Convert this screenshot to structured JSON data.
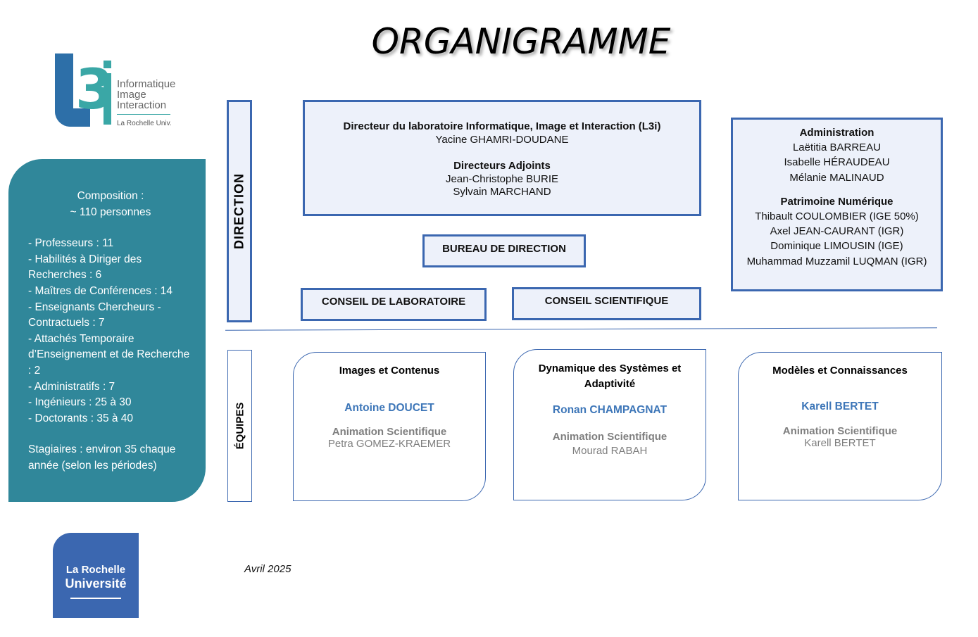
{
  "title": "ORGANIGRAMME",
  "logo_l3i": {
    "mark": "L3i",
    "words": [
      "Informatique",
      "Image",
      "Interaction"
    ],
    "university": "La Rochelle Univ."
  },
  "composition": {
    "heading_1": "Composition :",
    "heading_2": "~ 110 personnes",
    "items": [
      "- Professeurs : 11",
      "- Habilités à Diriger des Recherches : 6",
      "- Maîtres de Conférences : 14",
      "- Enseignants Chercheurs - Contractuels : 7",
      "- Attachés Temporaire d’Enseignement et de Recherche : 2",
      "- Administratifs : 7",
      "- Ingénieurs : 25 à 30",
      "- Doctorants : 35 à 40"
    ],
    "stagiaires": "Stagiaires : environ 35 chaque année (selon les périodes)"
  },
  "logo_lru": {
    "line1": "La Rochelle",
    "line2": "Université"
  },
  "date": "Avril 2025",
  "labels": {
    "direction": "DIRECTION",
    "equipes": "ÉQUIPES"
  },
  "directeur": {
    "title": "Directeur du laboratoire Informatique, Image et Interaction (L3i)",
    "name": "Yacine GHAMRI-DOUDANE",
    "adjoints_title": "Directeurs Adjoints",
    "adjoints": [
      "Jean-Christophe BURIE",
      "Sylvain MARCHAND"
    ]
  },
  "administration": {
    "title": "Administration",
    "members": [
      "Laëtitia BARREAU",
      "Isabelle HÉRAUDEAU",
      "Mélanie MALINAUD"
    ],
    "patrimoine_title": "Patrimoine Numérique",
    "patrimoine": [
      "Thibault COULOMBIER (IGE 50%)",
      "Axel JEAN-CAURANT (IGR)",
      "Dominique LIMOUSIN (IGE)",
      "Muhammad Muzzamil LUQMAN (IGR)"
    ]
  },
  "bureau": "BUREAU DE DIRECTION",
  "conseil_laboratoire": "CONSEIL DE LABORATOIRE",
  "conseil_scientifique": "CONSEIL SCIENTIFIQUE",
  "teams": [
    {
      "name": "Images et Contenus",
      "lead": "Antoine DOUCET",
      "anim_title": "Animation Scientifique",
      "anim": "Petra GOMEZ-KRAEMER"
    },
    {
      "name": "Dynamique des Systèmes et Adaptivité",
      "lead": "Ronan CHAMPAGNAT",
      "anim_title": "Animation Scientifique",
      "anim": "Mourad RABAH"
    },
    {
      "name": "Modèles et Connaissances",
      "lead": "Karell BERTET",
      "anim_title": "Animation Scientifique",
      "anim": "Karell BERTET"
    }
  ],
  "colors": {
    "accent_blue": "#3b67b0",
    "teal_panel": "#30879a",
    "lead_blue": "#3d76b8",
    "grey": "#7f7f7f"
  }
}
